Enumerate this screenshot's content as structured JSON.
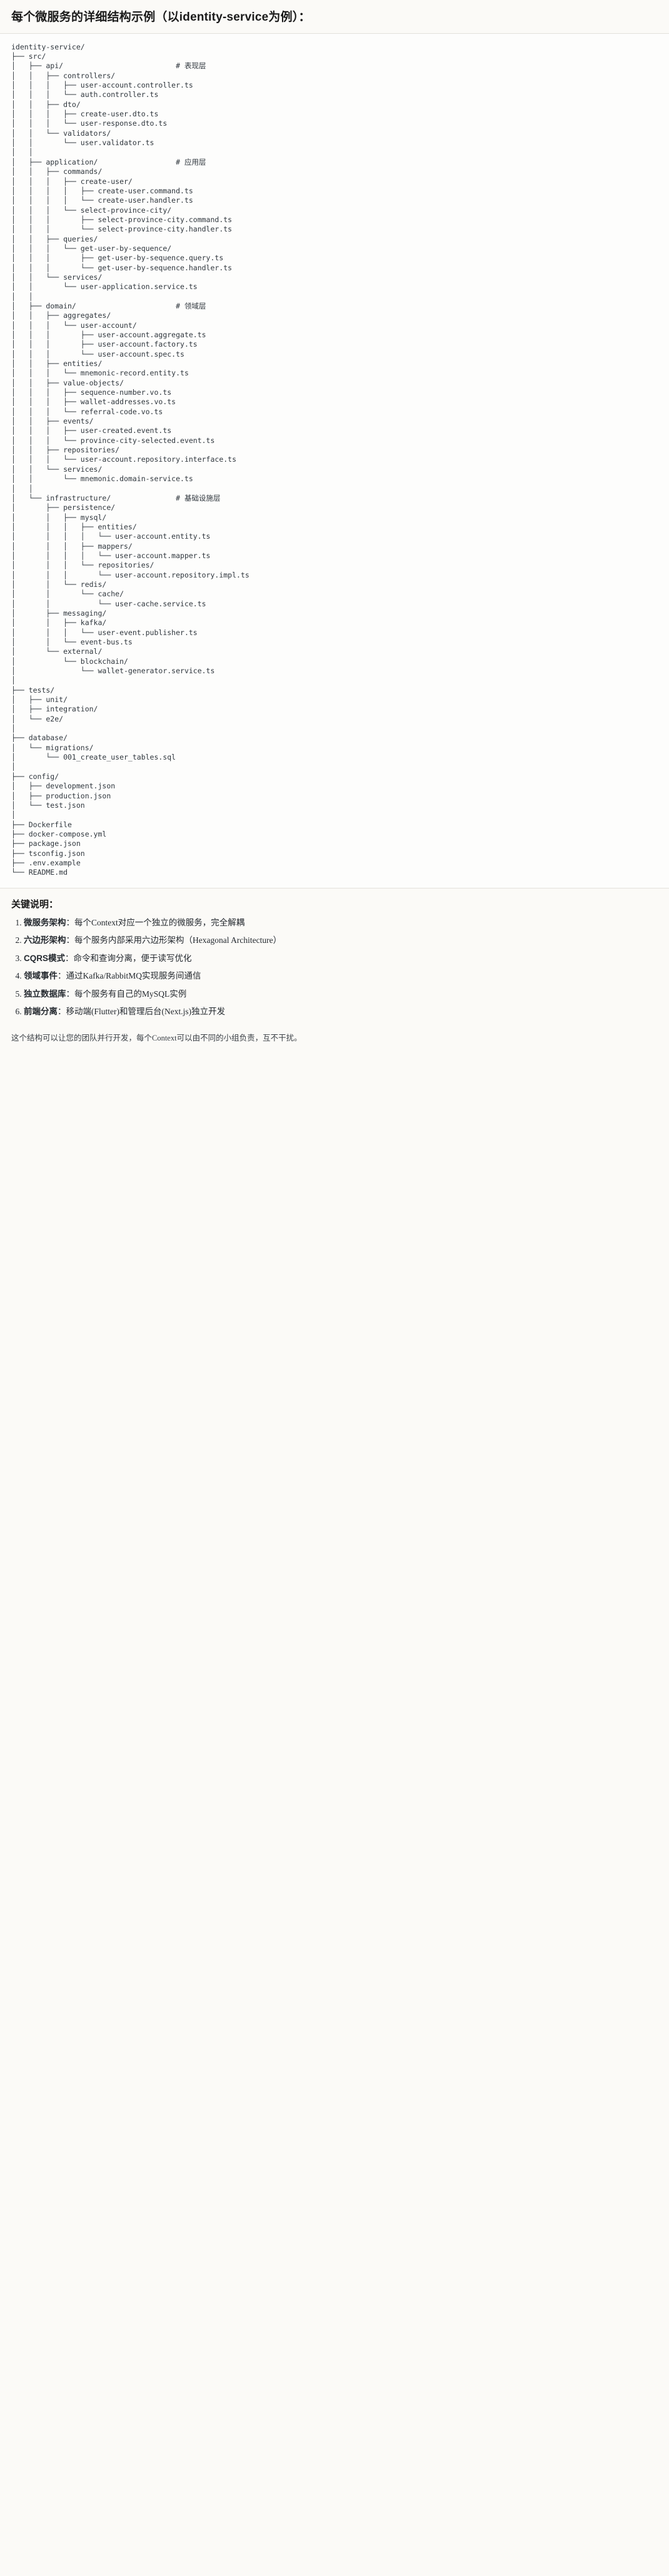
{
  "heading": "每个微服务的详细结构示例（以identity-service为例）：",
  "tree": {
    "root": "identity-service/",
    "text": "identity-service/\n├── src/\n│   ├── api/                          # 表现层\n│   │   ├── controllers/\n│   │   │   ├── user-account.controller.ts\n│   │   │   └── auth.controller.ts\n│   │   ├── dto/\n│   │   │   ├── create-user.dto.ts\n│   │   │   └── user-response.dto.ts\n│   │   └── validators/\n│   │       └── user.validator.ts\n│   │\n│   ├── application/                  # 应用层\n│   │   ├── commands/\n│   │   │   ├── create-user/\n│   │   │   │   ├── create-user.command.ts\n│   │   │   │   └── create-user.handler.ts\n│   │   │   └── select-province-city/\n│   │   │       ├── select-province-city.command.ts\n│   │   │       └── select-province-city.handler.ts\n│   │   ├── queries/\n│   │   │   └── get-user-by-sequence/\n│   │   │       ├── get-user-by-sequence.query.ts\n│   │   │       └── get-user-by-sequence.handler.ts\n│   │   └── services/\n│   │       └── user-application.service.ts\n│   │\n│   ├── domain/                       # 领域层\n│   │   ├── aggregates/\n│   │   │   └── user-account/\n│   │   │       ├── user-account.aggregate.ts\n│   │   │       ├── user-account.factory.ts\n│   │   │       └── user-account.spec.ts\n│   │   ├── entities/\n│   │   │   └── mnemonic-record.entity.ts\n│   │   ├── value-objects/\n│   │   │   ├── sequence-number.vo.ts\n│   │   │   ├── wallet-addresses.vo.ts\n│   │   │   └── referral-code.vo.ts\n│   │   ├── events/\n│   │   │   ├── user-created.event.ts\n│   │   │   └── province-city-selected.event.ts\n│   │   ├── repositories/\n│   │   │   └── user-account.repository.interface.ts\n│   │   └── services/\n│   │       └── mnemonic.domain-service.ts\n│   │\n│   └── infrastructure/               # 基础设施层\n│       ├── persistence/\n│       │   ├── mysql/\n│       │   │   ├── entities/\n│       │   │   │   └── user-account.entity.ts\n│       │   │   ├── mappers/\n│       │   │   │   └── user-account.mapper.ts\n│       │   │   └── repositories/\n│       │   │       └── user-account.repository.impl.ts\n│       │   └── redis/\n│       │       └── cache/\n│       │           └── user-cache.service.ts\n│       ├── messaging/\n│       │   ├── kafka/\n│       │   │   └── user-event.publisher.ts\n│       │   └── event-bus.ts\n│       └── external/\n│           └── blockchain/\n│               └── wallet-generator.service.ts\n│\n├── tests/\n│   ├── unit/\n│   ├── integration/\n│   └── e2e/\n│\n├── database/\n│   └── migrations/\n│       └── 001_create_user_tables.sql\n│\n├── config/\n│   ├── development.json\n│   ├── production.json\n│   └── test.json\n│\n├── Dockerfile\n├── docker-compose.yml\n├── package.json\n├── tsconfig.json\n├── .env.example\n└── README.md",
    "comments": [
      "# 表现层",
      "# 应用层",
      "# 领域层",
      "# 基础设施层"
    ]
  },
  "keys": {
    "title": "关键说明：",
    "items": [
      {
        "term": "微服务架构",
        "sep": "：",
        "desc": "每个Context对应一个独立的微服务，完全解耦"
      },
      {
        "term": "六边形架构",
        "sep": "：",
        "desc": "每个服务内部采用六边形架构（Hexagonal Architecture）"
      },
      {
        "term": "CQRS模式",
        "sep": "：",
        "desc": "命令和查询分离，便于读写优化"
      },
      {
        "term": "领域事件",
        "sep": "：",
        "desc": "通过Kafka/RabbitMQ实现服务间通信"
      },
      {
        "term": "独立数据库",
        "sep": "：",
        "desc": "每个服务有自己的MySQL实例"
      },
      {
        "term": "前端分离",
        "sep": "：",
        "desc": "移动端(Flutter)和管理后台(Next.js)独立开发"
      }
    ]
  },
  "closing": "这个结构可以让您的团队并行开发，每个Context可以由不同的小组负责，互不干扰。"
}
